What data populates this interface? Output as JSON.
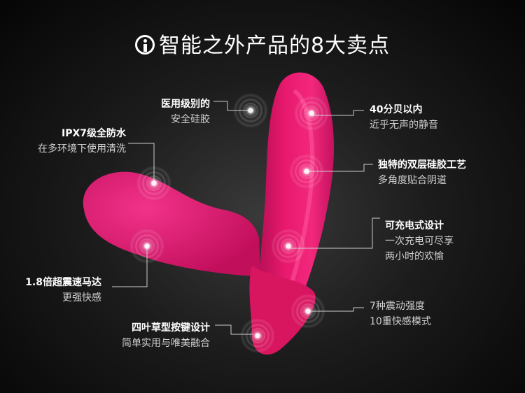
{
  "header": {
    "title": "智能之外产品的8大卖点",
    "icon": "info-icon"
  },
  "colors": {
    "product": "#e8196e",
    "background": "#1c1c1c",
    "line": "#cccccc"
  },
  "features": [
    {
      "heading": "医用级别的",
      "sub": [
        "安全硅胶"
      ]
    },
    {
      "heading": "IPX7级全防水",
      "sub": [
        "在多环境下使用清洗"
      ]
    },
    {
      "heading": "1.8倍超震速马达",
      "sub": [
        "更强快感"
      ]
    },
    {
      "heading": "四叶草型按键设计",
      "sub": [
        "简单实用与唯美融合"
      ]
    },
    {
      "heading": "40分贝以内",
      "sub": [
        "近乎无声的静音"
      ]
    },
    {
      "heading": "独特的双层硅胶工艺",
      "sub": [
        "多角度贴合阴道"
      ]
    },
    {
      "heading": "可充电式设计",
      "sub": [
        "一次充电可尽享",
        "两小时的欢愉"
      ]
    },
    {
      "heading": "",
      "sub": [
        "7种震动强度",
        "10重快感模式"
      ]
    }
  ]
}
